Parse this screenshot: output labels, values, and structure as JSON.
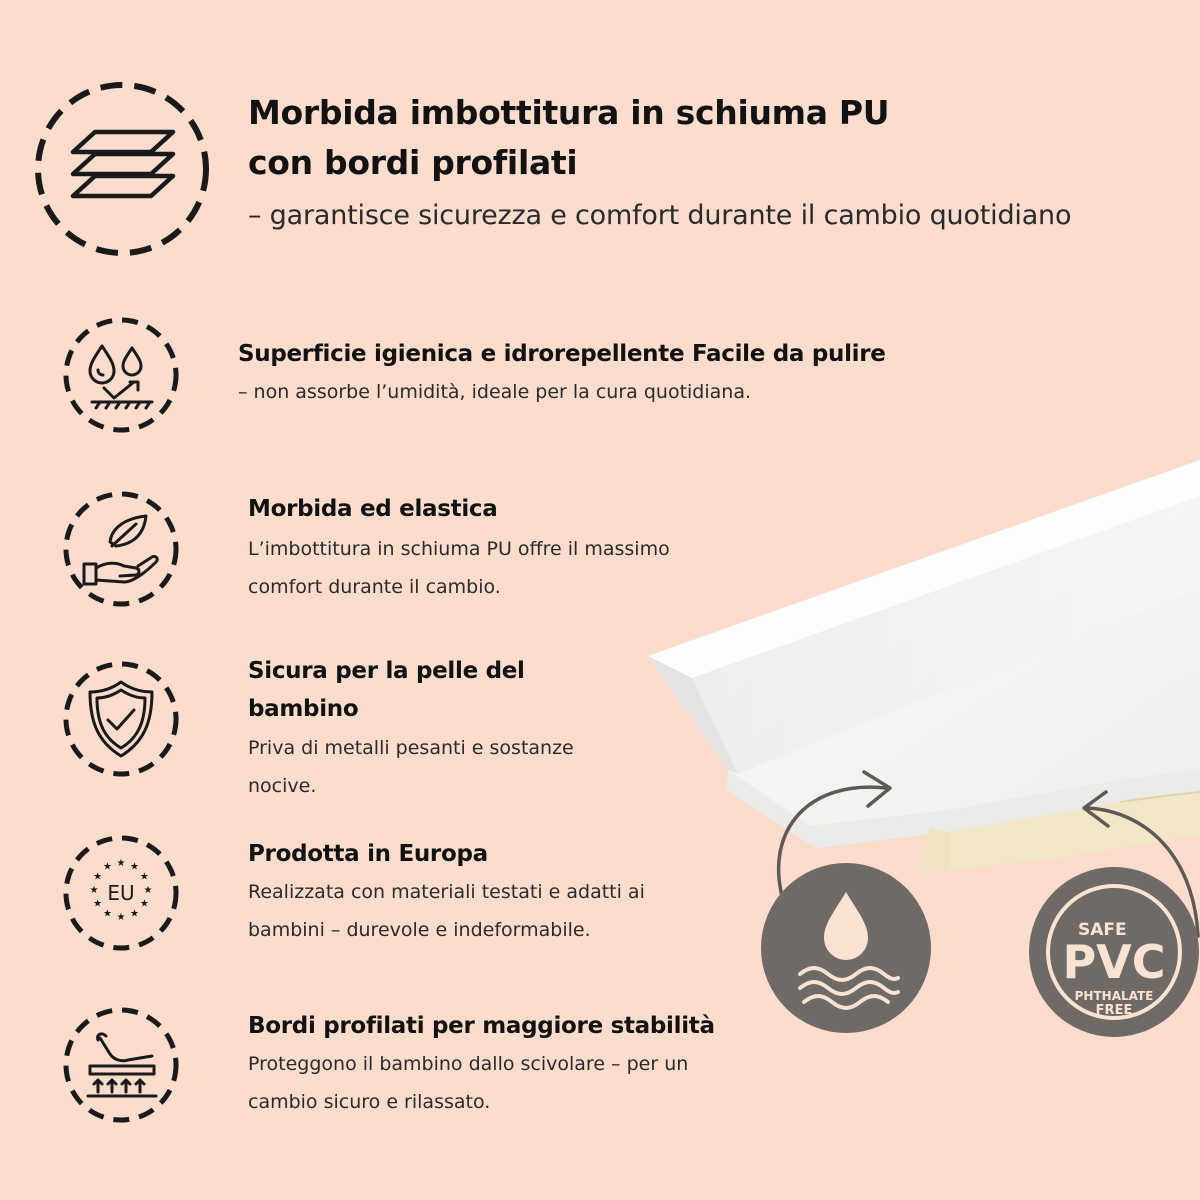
{
  "colors": {
    "background": "#fbdccd",
    "icon_ink": "#1a1a1a",
    "badge_fill": "#6f6a65",
    "mat_top": "#f7f7f6",
    "foam": "#f2e7c6"
  },
  "features": [
    {
      "icon": "layers-icon",
      "title_lines": [
        "Morbida imbottitura in schiuma PU",
        "con bordi profilati"
      ],
      "desc_lines": [
        "– garantisce sicurezza e comfort durante il cambio quotidiano"
      ]
    },
    {
      "icon": "water-drops-icon",
      "title_lines": [
        "Superficie igienica e idrorepellente Facile da pulire"
      ],
      "desc_lines": [
        "– non assorbe l’umidità, ideale per la cura quotidiana."
      ]
    },
    {
      "icon": "hand-feather-icon",
      "title_lines": [
        "Morbida ed elastica"
      ],
      "desc_lines": [
        "L’imbottitura in schiuma PU offre il massimo",
        "comfort durante il cambio."
      ]
    },
    {
      "icon": "shield-check-icon",
      "title_lines": [
        "Sicura per la pelle del",
        "bambino"
      ],
      "desc_lines": [
        "Priva di metalli pesanti e sostanze",
        "nocive."
      ]
    },
    {
      "icon": "eu-stars-icon",
      "icon_label": "EU",
      "title_lines": [
        "Prodotta in Europa"
      ],
      "desc_lines": [
        "Realizzata con materiali testati e adatti ai",
        "bambini – durevole e indeformabile."
      ]
    },
    {
      "icon": "profiled-edge-icon",
      "title_lines": [
        "Bordi profilati per maggiore stabilità"
      ],
      "desc_lines": [
        "Proteggono il bambino dallo scivolare – per un",
        "cambio sicuro e rilassato."
      ]
    }
  ],
  "badges": {
    "waterproof": {
      "icon": "water-drop-waves-icon"
    },
    "pvc": {
      "top": "SAFE",
      "main": "PVC",
      "bottom_1": "PHTHALATE",
      "bottom_2": "FREE"
    }
  }
}
